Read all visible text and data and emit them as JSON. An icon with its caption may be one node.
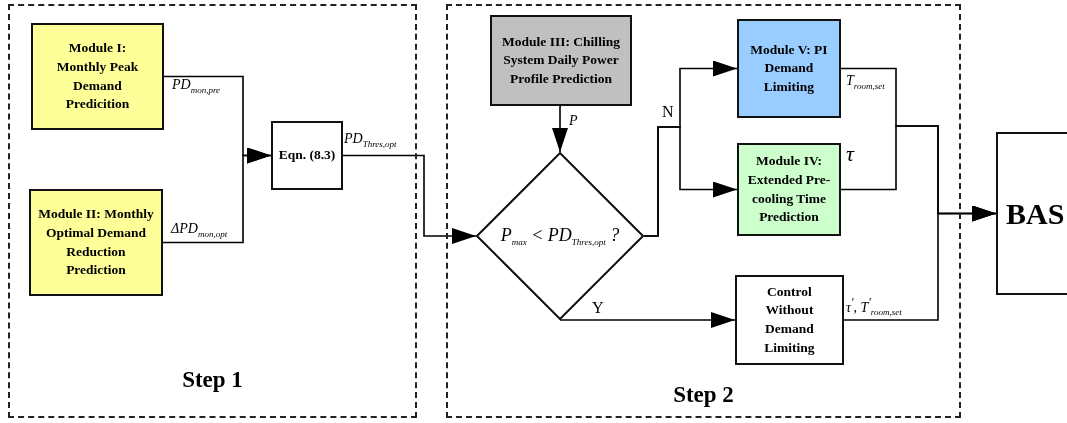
{
  "diagram": {
    "nodes": [
      {
        "text": [
          "Step 1"
        ]
      },
      {
        "text": [
          "Module I: Monthly Peak Demand Predicition"
        ],
        "in": 0
      },
      {
        "text": [
          "Module II: Monthly Optimal Demand Reduction Prediction"
        ],
        "in": 0
      },
      {
        "text": [
          "Eqn. (8.3)"
        ],
        "in": 0
      },
      {
        "text": [
          "Step 2"
        ]
      },
      {
        "text": [
          "Module III: Chilling System Daily Power Profile Prediction"
        ],
        "in": 4
      },
      {
        "text": [
          "P$_{max}$ < PD$_{Thres,opt}$ ?"
        ],
        "in": 4
      },
      {
        "text": [
          "Module V: PI Demand Limiting"
        ],
        "in": 4
      },
      {
        "text": [
          "Module IV: Extended Pre-cooling Time Prediction"
        ],
        "in": 4
      },
      {
        "text": [
          "Control Without Demand Limiting"
        ],
        "in": 4
      },
      {
        "text": [
          "BAS"
        ]
      }
    ],
    "edges": [
      {
        "from": 1,
        "to": 3,
        "arrow": "to",
        "label": "PD$_{mon,pre}$"
      },
      {
        "from": 2,
        "to": 3,
        "arrow": "to",
        "label": "ΔPD$_{mon,opt}$"
      },
      {
        "from": 3,
        "to": 6,
        "arrow": "to",
        "label": "PD$_{Thres,opt}$"
      },
      {
        "from": 5,
        "to": 6,
        "arrow": "to",
        "label": "P"
      },
      {
        "from": 6,
        "to": 7,
        "arrow": "to",
        "label": "N"
      },
      {
        "from": 6,
        "to": 8,
        "arrow": "to"
      },
      {
        "from": 6,
        "to": 9,
        "arrow": "to",
        "label": "Y"
      },
      {
        "from": 7,
        "to": 10,
        "arrow": "to",
        "label": "T$_{room,set}$"
      },
      {
        "from": 8,
        "to": 10,
        "arrow": "to",
        "label": "τ"
      },
      {
        "from": 9,
        "to": 10,
        "arrow": "to",
        "label": "τ$^{'}$, T$^{'}$$_{room,set}$"
      }
    ]
  }
}
